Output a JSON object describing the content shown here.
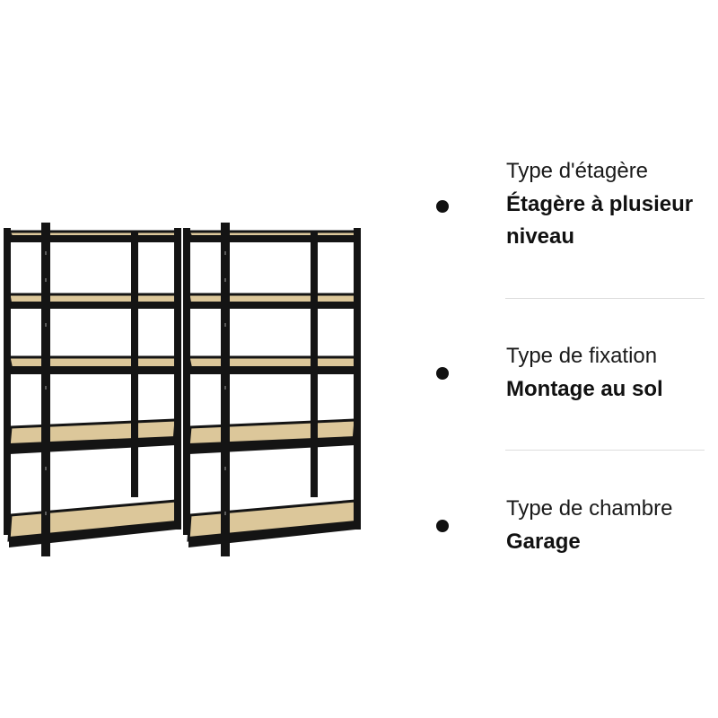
{
  "product": {
    "image_icon": "metal-shelving-units-image",
    "frame_color": "#141414",
    "board_color": "#dcc79a"
  },
  "specs": [
    {
      "label": "Type d'étagère",
      "value": "Étagère à plusieur niveau",
      "bullet_icon": "bullet-dot"
    },
    {
      "label": "Type de fixation",
      "value": "Montage au sol",
      "bullet_icon": "bullet-dot"
    },
    {
      "label": "Type de chambre",
      "value": "Garage",
      "bullet_icon": "bullet-dot"
    }
  ]
}
